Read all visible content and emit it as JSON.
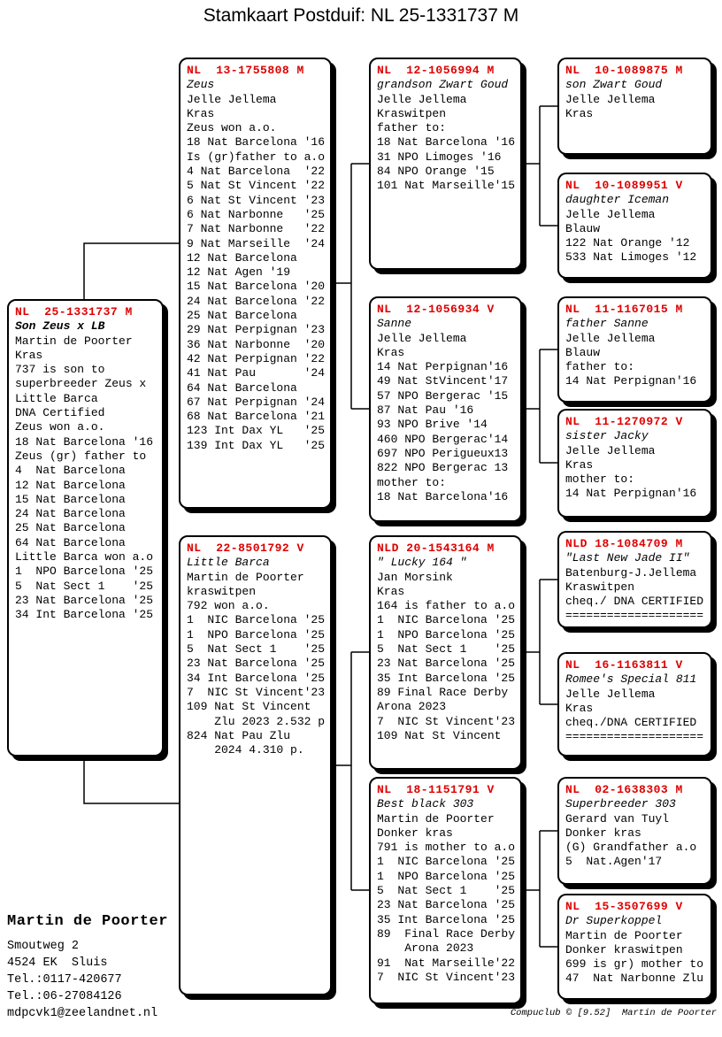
{
  "title": "Stamkaart Postduif: NL  25-1331737 M",
  "accent_color": "#dd0000",
  "boxes": {
    "subject": {
      "header": "NL  25-1331737 M",
      "name": "Son Zeus x LB",
      "body": "Martin de Poorter\nKras\n737 is son to\nsuperbreeder Zeus x\nLittle Barca\nDNA Certified\nZeus won a.o.\n18 Nat Barcelona '16\nZeus (gr) father to\n4  Nat Barcelona\n12 Nat Barcelona\n15 Nat Barcelona\n24 Nat Barcelona\n25 Nat Barcelona\n64 Nat Barcelona\nLittle Barca won a.o\n1  NPO Barcelona '25\n5  Nat Sect 1    '25\n23 Nat Barcelona '25\n34 Int Barcelona '25"
    },
    "father": {
      "header": "NL  13-1755808 M",
      "name": "Zeus",
      "body": "Jelle Jellema\nKras\nZeus won a.o.\n18 Nat Barcelona '16\nIs (gr)father to a.o\n4 Nat Barcelona  '22\n5 Nat St Vincent '22\n6 Nat St Vincent '23\n6 Nat Narbonne   '25\n7 Nat Narbonne   '22\n9 Nat Marseille  '24\n12 Nat Barcelona\n12 Nat Agen '19\n15 Nat Barcelona '20\n24 Nat Barcelona '22\n25 Nat Barcelona\n29 Nat Perpignan '23\n36 Nat Narbonne  '20\n42 Nat Perpignan '22\n41 Nat Pau       '24\n64 Nat Barcelona\n67 Nat Perpignan '24\n68 Nat Barcelona '21\n123 Int Dax YL   '25\n139 Int Dax YL   '25"
    },
    "mother": {
      "header": "NL  22-8501792 V",
      "name": "Little Barca",
      "body": "Martin de Poorter\nkraswitpen\n792 won a.o.\n1  NIC Barcelona '25\n1  NPO Barcelona '25\n5  Nat Sect 1    '25\n23 Nat Barcelona '25\n34 Int Barcelona '25\n7  NIC St Vincent'23\n109 Nat St Vincent\n    Zlu 2023 2.532 p\n824 Nat Pau Zlu\n    2024 4.310 p."
    },
    "ff": {
      "header": "NL  12-1056994 M",
      "name": "grandson Zwart Goud",
      "body": "Jelle Jellema\nKraswitpen\nfather to:\n18 Nat Barcelona '16\n31 NPO Limoges '16\n84 NPO Orange '15\n101 Nat Marseille'15"
    },
    "fm": {
      "header": "NL  12-1056934 V",
      "name": "Sanne",
      "body": "Jelle Jellema\nKras\n14 Nat Perpignan'16\n49 Nat StVincent'17\n57 NPO Bergerac '15\n87 Nat Pau '16\n93 NPO Brive '14\n460 NPO Bergerac'14\n697 NPO Perigueux13\n822 NPO Bergerac 13\nmother to:\n18 Nat Barcelona'16"
    },
    "mf": {
      "header": "NLD 20-1543164 M",
      "name": "\" Lucky 164 \"",
      "body": "Jan Morsink\nKras\n164 is father to a.o\n1  NIC Barcelona '25\n1  NPO Barcelona '25\n5  Nat Sect 1    '25\n23 Nat Barcelona '25\n35 Int Barcelona '25\n89 Final Race Derby\nArona 2023\n7  NIC St Vincent'23\n109 Nat St Vincent"
    },
    "mm": {
      "header": "NL  18-1151791 V",
      "name": "Best black 303",
      "body": "Martin de Poorter\nDonker kras\n791 is mother to a.o\n1  NIC Barcelona '25\n1  NPO Barcelona '25\n5  Nat Sect 1    '25\n23 Nat Barcelona '25\n35 Int Barcelona '25\n89  Final Race Derby\n    Arona 2023\n91  Nat Marseille'22\n7  NIC St Vincent'23"
    },
    "fff": {
      "header": "NL  10-1089875 M",
      "name": "son Zwart Goud",
      "body": "Jelle Jellema\nKras"
    },
    "ffm": {
      "header": "NL  10-1089951 V",
      "name": "daughter Iceman",
      "body": "Jelle Jellema\nBlauw\n122 Nat Orange '12\n533 Nat Limoges '12"
    },
    "fmf": {
      "header": "NL  11-1167015 M",
      "name": "father Sanne",
      "body": "Jelle Jellema\nBlauw\nfather to:\n14 Nat Perpignan'16"
    },
    "fmm": {
      "header": "NL  11-1270972 V",
      "name": "sister Jacky",
      "body": "Jelle Jellema\nKras\nmother to:\n14 Nat Perpignan'16"
    },
    "mff": {
      "header": "NLD 18-1084709 M",
      "name": "\"Last New Jade II\"",
      "body": "Batenburg-J.Jellema\nKraswitpen\ncheq./ DNA CERTIFIED\n===================="
    },
    "mfm": {
      "header": "NL  16-1163811 V",
      "name": "Romee's Special 811",
      "body": "Jelle Jellema\nKras\ncheq./DNA CERTIFIED\n===================="
    },
    "mmf": {
      "header": "NL  02-1638303 M",
      "name": "Superbreeder 303",
      "body": "Gerard van Tuyl\nDonker kras\n(G) Grandfather a.o\n5  Nat.Agen'17"
    },
    "mmm": {
      "header": "NL  15-3507699 V",
      "name": "Dr Superkoppel",
      "body": "Martin de Poorter\nDonker kraswitpen\n699 is gr) mother to\n47  Nat Narbonne Zlu"
    }
  },
  "contact": {
    "name": "Martin de Poorter",
    "lines": "Smoutweg 2\n4524 EK  Sluis\nTel.:0117-420677\nTel.:06-27084126\nmdpcvk1@zeelandnet.nl"
  },
  "footer": "Compuclub © [9.52]  Martin de Poorter"
}
